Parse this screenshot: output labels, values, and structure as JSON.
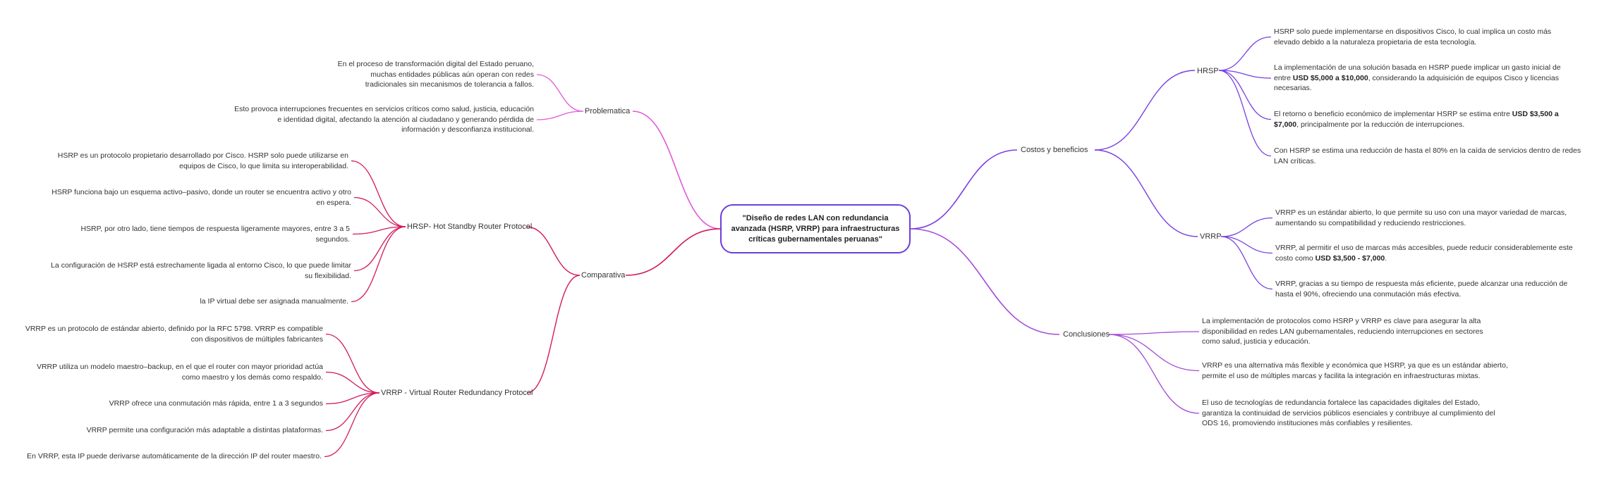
{
  "root": {
    "title": "\"Diseño de redes LAN con redundancia avanzada (HSRP, VRRP) para infraestructuras críticas gubernamentales peruanas\""
  },
  "colors": {
    "pink": "#e05ad6",
    "crimson": "#d21a5d",
    "violet": "#7a3fe0",
    "purple": "#a44ad8",
    "root_border": "#6d3fd9"
  },
  "left": {
    "problematica": {
      "label": "Problematica",
      "items": [
        [
          "En el proceso de transformación digital del Estado peruano,",
          "muchas entidades públicas aún operan con redes",
          "tradicionales sin mecanismos de tolerancia a fallos."
        ],
        [
          "Esto provoca interrupciones frecuentes en servicios críticos como salud, justicia, educación",
          "e identidad digital, afectando la  atención al ciudadano y generando pérdida de",
          "información y desconfianza institucional."
        ]
      ]
    },
    "comparativa": {
      "label": "Comparativa",
      "hsrp": {
        "label": "HRSP- Hot Standby Router Protocol",
        "items": [
          [
            "HSRP es un protocolo propietario desarrollado por Cisco. HSRP solo puede utilizarse en",
            "equipos de Cisco, lo que limita su interoperabilidad."
          ],
          [
            "HSRP funciona bajo un esquema activo–pasivo, donde un router se encuentra activo y otro",
            "en espera."
          ],
          [
            "HSRP, por otro lado, tiene tiempos de respuesta ligeramente mayores, entre 3 a 5",
            "segundos."
          ],
          [
            "La configuración de HSRP está estrechamente ligada al entorno Cisco, lo que puede limitar",
            "su flexibilidad."
          ],
          [
            "la IP virtual debe ser asignada manualmente."
          ]
        ]
      },
      "vrrp": {
        "label": "VRRP - Virtual Router Redundancy Protocol",
        "items": [
          [
            "VRRP es un protocolo de estándar abierto, definido por la RFC 5798. VRRP es compatible",
            "con dispositivos de múltiples fabricantes"
          ],
          [
            "VRRP utiliza un modelo maestro–backup, en el que el router con mayor prioridad actúa",
            "como maestro y los demás como respaldo."
          ],
          [
            "VRRP ofrece una conmutación más rápida, entre 1 a 3 segundos"
          ],
          [
            "VRRP permite una configuración más adaptable a distintas plataformas."
          ],
          [
            "En VRRP, esta IP puede derivarse automáticamente de la dirección IP del router maestro."
          ]
        ]
      }
    }
  },
  "right": {
    "costos": {
      "label": "Costos y beneficios",
      "hrsp": {
        "label": "HRSP",
        "items": [
          [
            "HSRP solo puede implementarse en dispositivos Cisco, lo cual implica un costo más",
            "elevado debido a la naturaleza propietaria de esta tecnología."
          ],
          [
            "La implementación de una solución basada en HSRP puede implicar un gasto inicial de",
            "entre |USD $5,000 a $10,000|, considerando la adquisición de equipos Cisco y licencias",
            "necesarias."
          ],
          [
            "El retorno o beneficio económico de implementar HSRP se estima entre |USD $3,500 a",
            "|$7,000|, principalmente por la reducción de interrupciones."
          ],
          [
            "Con HSRP se estima una reducción de hasta el 80% en la caída de servicios dentro de redes",
            "LAN críticas."
          ]
        ]
      },
      "vrrp": {
        "label": "VRRP",
        "items": [
          [
            "VRRP es un estándar abierto, lo que permite su uso con una mayor variedad de marcas,",
            "aumentando su compatibilidad y reduciendo restricciones."
          ],
          [
            "VRRP, al permitir el uso de marcas más accesibles, puede reducir considerablemente este",
            "costo como |USD $3,500 - $7,000|."
          ],
          [
            "VRRP, gracias a su tiempo de respuesta más eficiente, puede alcanzar una reducción de",
            "hasta el 90%, ofreciendo una conmutación más efectiva."
          ]
        ]
      }
    },
    "conclusiones": {
      "label": "Conclusiones",
      "items": [
        [
          "La implementación de protocolos como HSRP y VRRP es clave para asegurar la alta",
          "disponibilidad en redes LAN gubernamentales, reduciendo interrupciones en sectores",
          "como salud, justicia y educación."
        ],
        [
          "VRRP es una alternativa más flexible y económica que HSRP, ya que es un estándar abierto,",
          "permite el uso de múltiples marcas y facilita la integración en infraestructuras mixtas."
        ],
        [
          "El uso de tecnologías de redundancia fortalece las capacidades digitales del Estado,",
          "garantiza la continuidad de servicios públicos esenciales y contribuye al cumplimiento del",
          "ODS 16, promoviendo instituciones más confiables y resilientes."
        ]
      ]
    }
  }
}
